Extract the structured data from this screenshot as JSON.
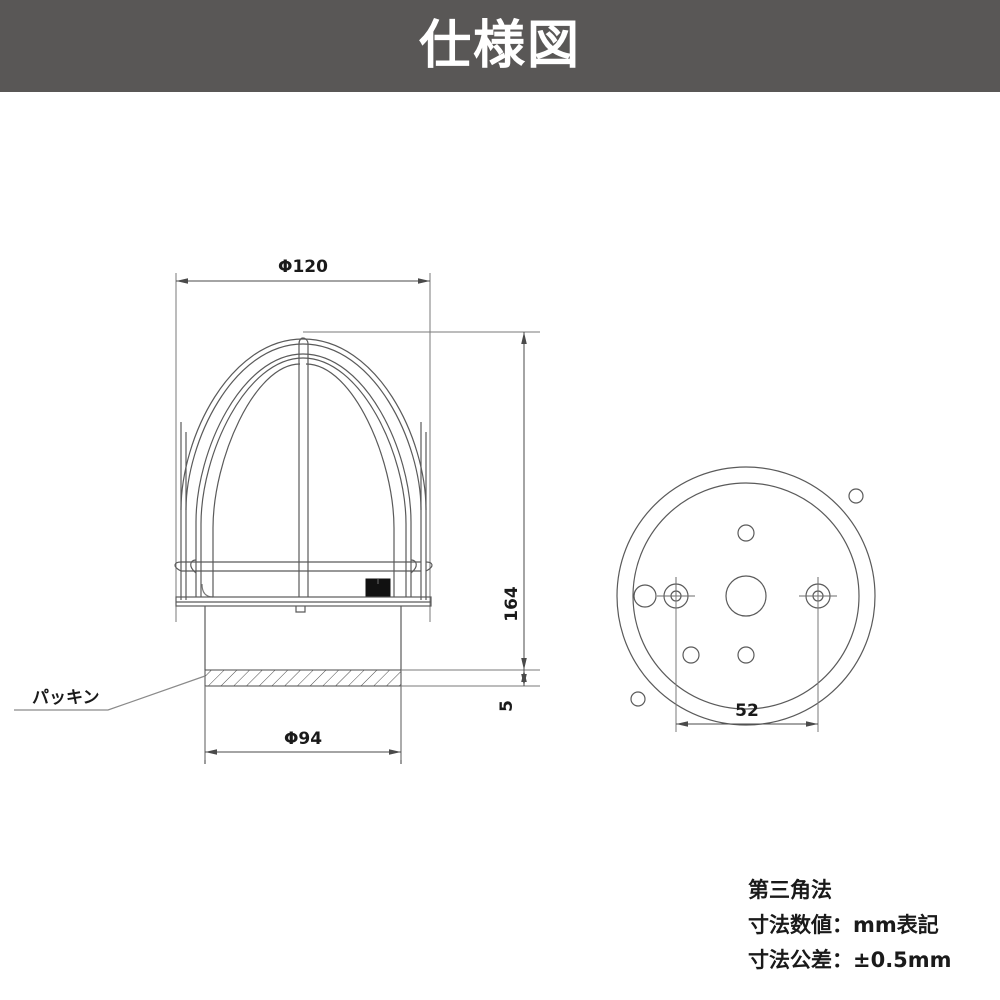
{
  "header": {
    "title": "仕様図",
    "background_color": "#595756",
    "text_color": "#ffffff"
  },
  "drawing": {
    "projection_note": "第三角法",
    "unit_note": "寸法数値：mm表記",
    "tolerance_note": "寸法公差：±0.5mm",
    "callouts": {
      "packing": "パッキン"
    },
    "dimensions": {
      "outer_diameter": "Φ120",
      "base_diameter": "Φ94",
      "height": "164",
      "packing_thickness": "5",
      "mount_hole_spacing": "52"
    },
    "line_color": "#5a5a5a",
    "dimension_color": "#4a4a4a",
    "background_color": "#ffffff"
  },
  "chart_data": {
    "type": "table",
    "title": "仕様図",
    "views": [
      {
        "name": "front-elevation",
        "labels": [
          "Φ120",
          "164",
          "Φ94",
          "5",
          "パッキン"
        ]
      },
      {
        "name": "bottom-plan",
        "labels": [
          "52"
        ]
      }
    ],
    "notes": [
      "第三角法",
      "寸法数値：mm表記",
      "寸法公差：±0.5mm"
    ]
  }
}
